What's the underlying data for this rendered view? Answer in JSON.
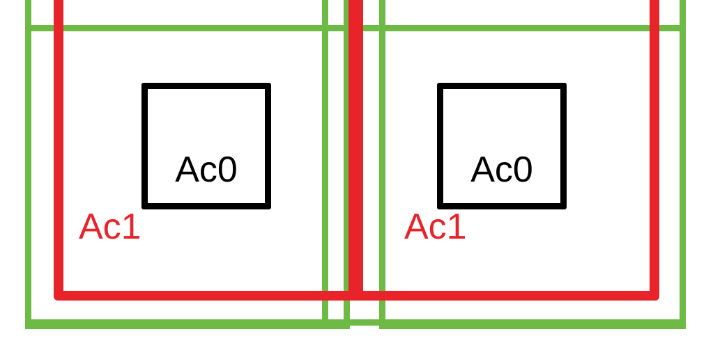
{
  "colors": {
    "green": "#6dbb45",
    "red": "#e8232a",
    "black": "#000000",
    "background": "#ffffff"
  },
  "labels": {
    "inner_left": "Ac0",
    "inner_right": "Ac0",
    "outer_left": "Ac1",
    "outer_right": "Ac1"
  }
}
